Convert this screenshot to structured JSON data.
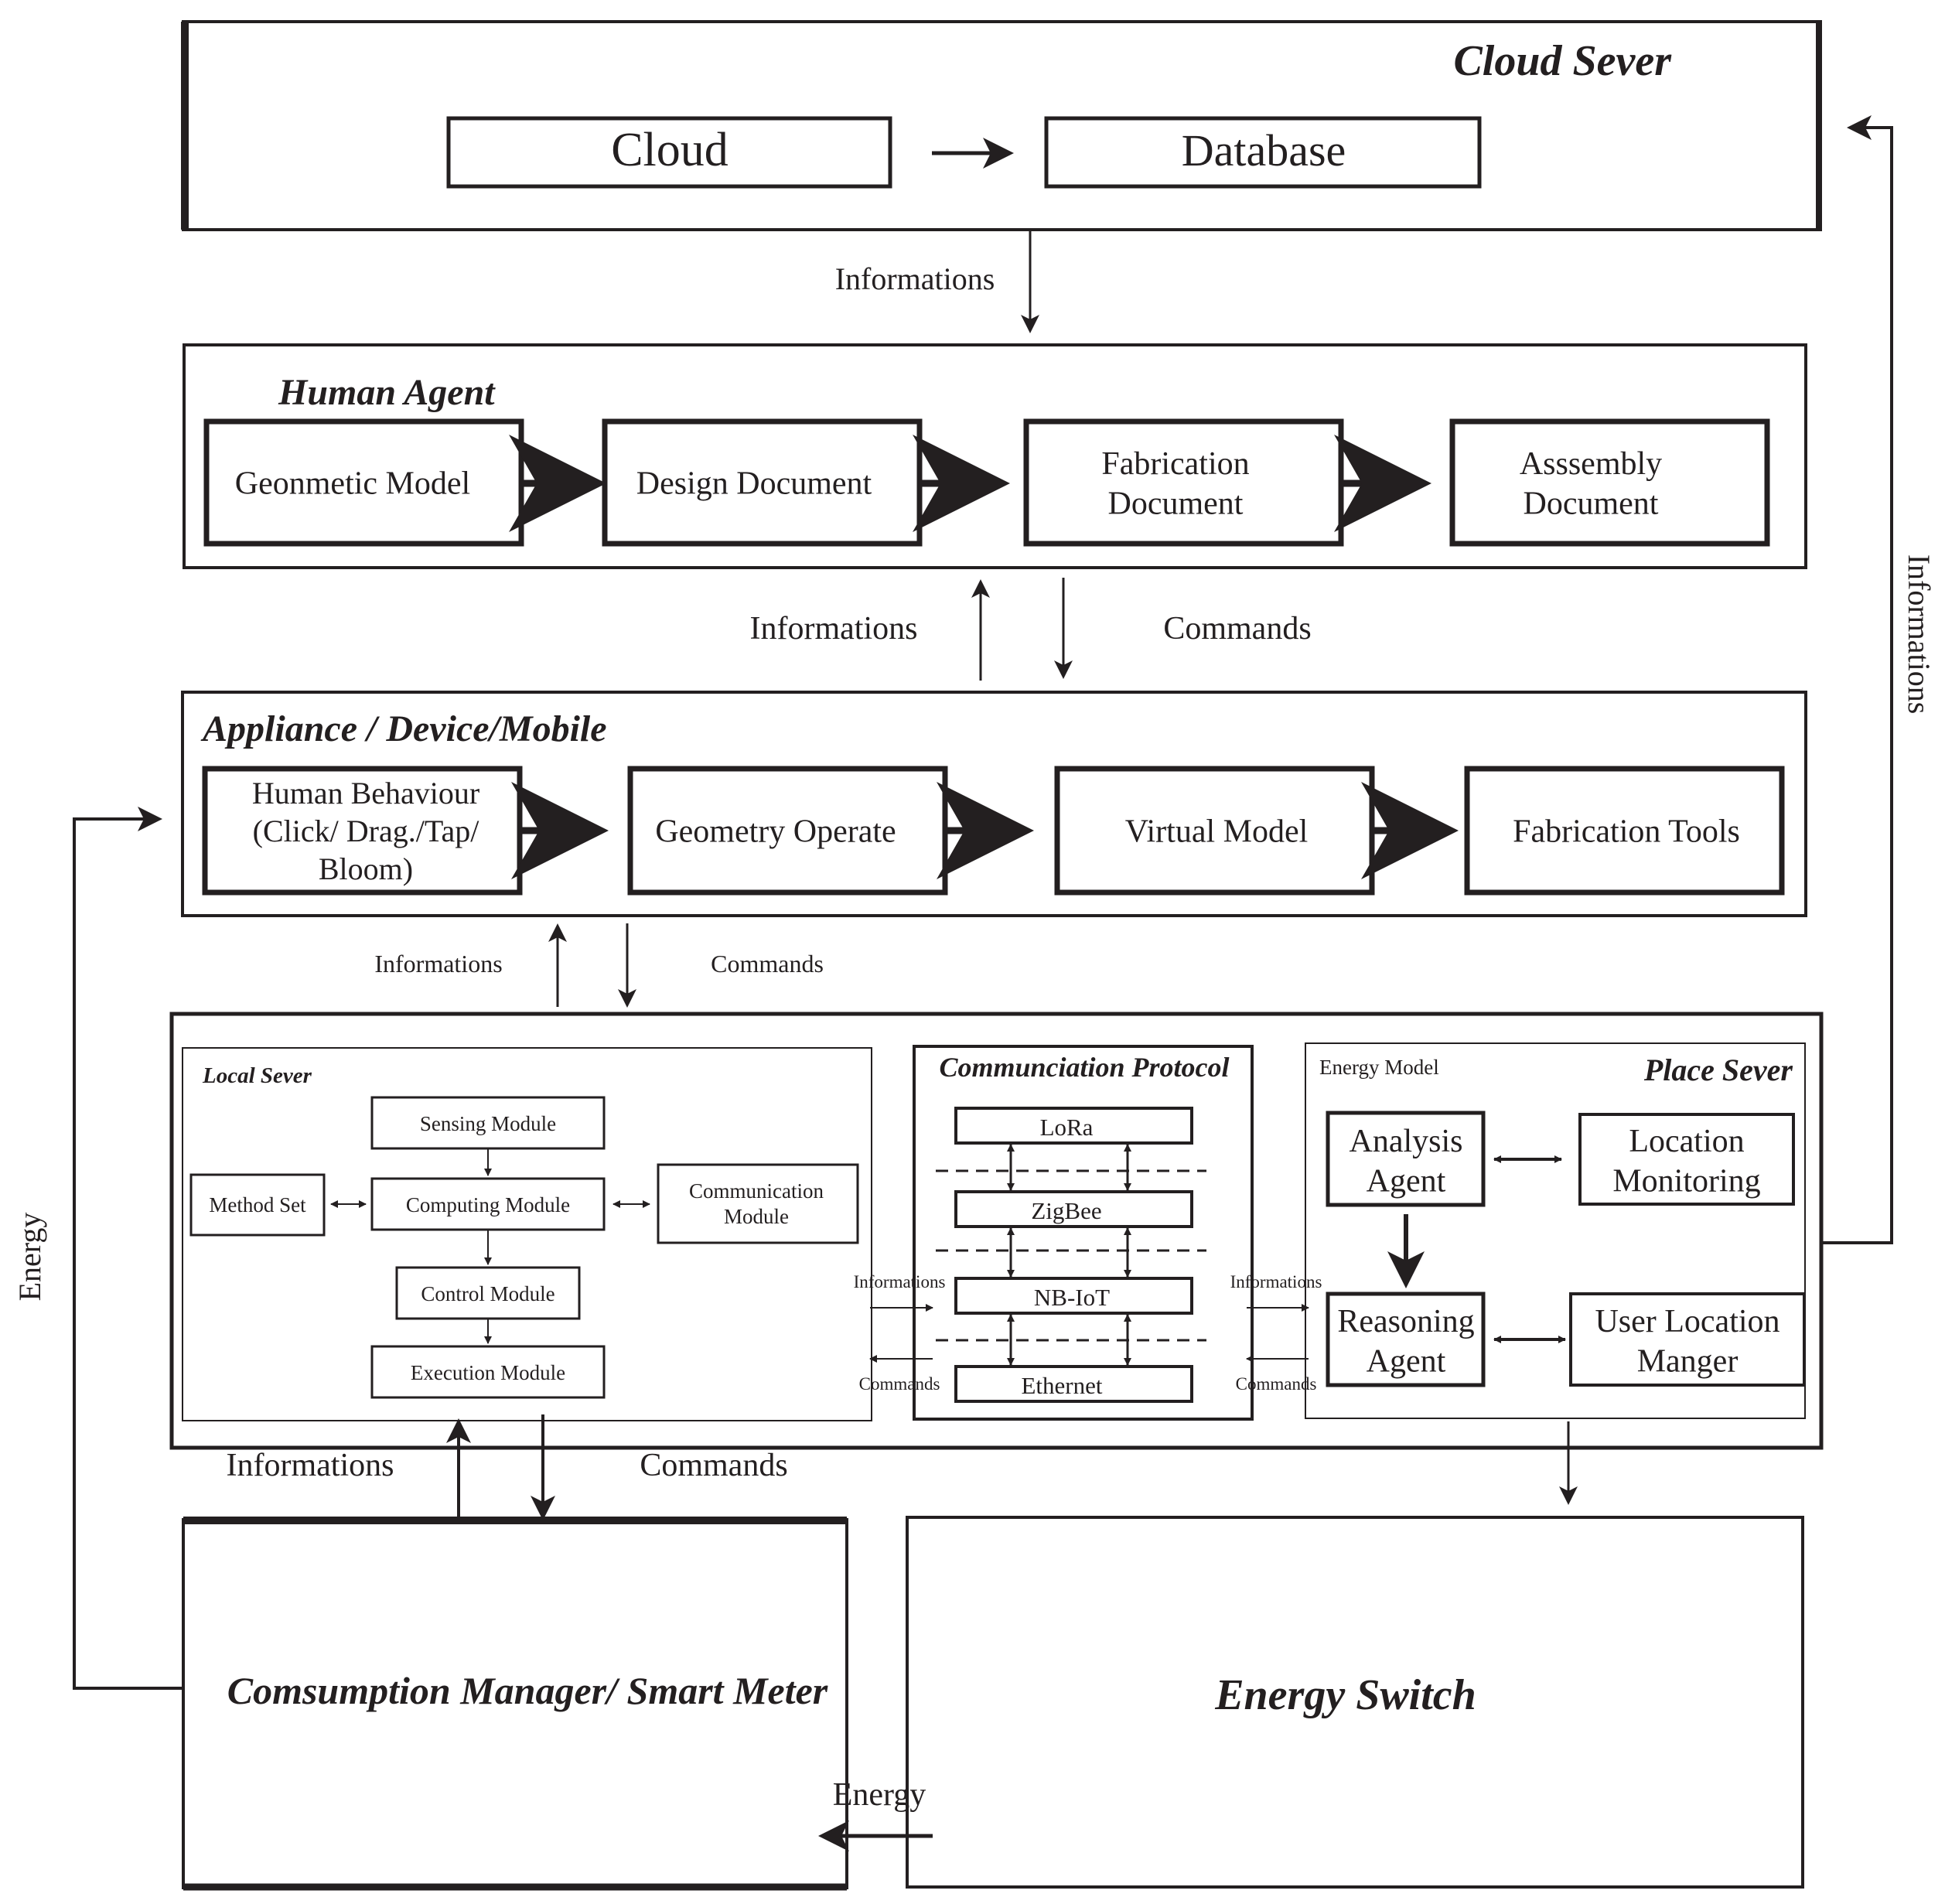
{
  "cloud_server": {
    "title": "Cloud Sever",
    "cloud": "Cloud",
    "database": "Database"
  },
  "links": {
    "cloud_to_human": "Informations",
    "human_appliance_up": "Informations",
    "human_appliance_down": "Commands",
    "appliance_local_up": "Informations",
    "appliance_local_down": "Commands",
    "local_meter_up": "Informations",
    "local_meter_down": "Commands",
    "place_to_cloud": "Informations",
    "meter_to_appliance": "Energy",
    "switch_to_meter": "Energy"
  },
  "human_agent": {
    "title": "Human Agent",
    "steps": [
      "Geonmetic Model",
      "Design Document",
      "Fabrication\nDocument",
      "Asssembly\nDocument"
    ]
  },
  "appliance": {
    "title": "Appliance / Device/Mobile",
    "steps": [
      "Human Behaviour\n(Click/ Drag./Tap/\nBloom)",
      "Geometry Operate",
      "Virtual Model",
      "Fabrication Tools"
    ]
  },
  "local_server": {
    "title": "Local Sever",
    "sensing": "Sensing Module",
    "computing": "Computing Module",
    "method_set": "Method Set",
    "communication": "Communication\nModule",
    "control": "Control Module",
    "execution": "Execution Module"
  },
  "protocol": {
    "title": "Communciation Protocol",
    "layers": [
      "LoRa",
      "ZigBee",
      "NB-IoT",
      "Ethernet"
    ],
    "left_in": "Informations",
    "left_out": "Commands",
    "right_in": "Informations",
    "right_out": "Commands"
  },
  "place_server": {
    "title": "Place Sever",
    "subtitle": "Energy Model",
    "analysis": "Analysis\nAgent",
    "location": "Location\nMonitoring",
    "reasoning": "Reasoning\nAgent",
    "user_location": "User Location\nManger"
  },
  "meter": {
    "title": "Comsumption Manager/ Smart Meter"
  },
  "energy_switch": {
    "title": "Energy Switch"
  }
}
